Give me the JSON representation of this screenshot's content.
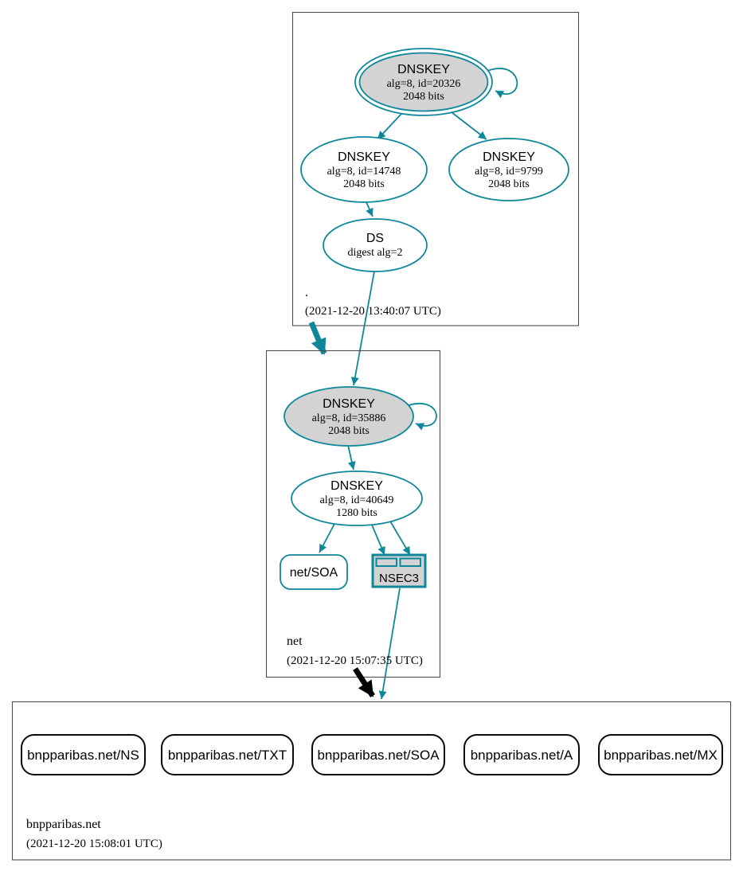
{
  "colors": {
    "edge": "#0e879a",
    "node_fill": "#d3d3d3",
    "border": "#4d4d4d",
    "black_edge": "#000000"
  },
  "root_zone": {
    "label": ".",
    "timestamp": "(2021-12-20 13:40:07 UTC)",
    "ksk": {
      "type": "DNSKEY",
      "alg": "alg=8, id=20326",
      "bits": "2048 bits"
    },
    "zsk1": {
      "type": "DNSKEY",
      "alg": "alg=8, id=14748",
      "bits": "2048 bits"
    },
    "zsk2": {
      "type": "DNSKEY",
      "alg": "alg=8, id=9799",
      "bits": "2048 bits"
    },
    "ds": {
      "type": "DS",
      "digest": "digest alg=2"
    }
  },
  "net_zone": {
    "label": "net",
    "timestamp": "(2021-12-20 15:07:35 UTC)",
    "ksk": {
      "type": "DNSKEY",
      "alg": "alg=8, id=35886",
      "bits": "2048 bits"
    },
    "zsk": {
      "type": "DNSKEY",
      "alg": "alg=8, id=40649",
      "bits": "1280 bits"
    },
    "soa": {
      "label": "net/SOA"
    },
    "nsec3": {
      "label": "NSEC3"
    }
  },
  "bnpparibas_zone": {
    "label": "bnpparibas.net",
    "timestamp": "(2021-12-20 15:08:01 UTC)",
    "rrsets": [
      "bnpparibas.net/NS",
      "bnpparibas.net/TXT",
      "bnpparibas.net/SOA",
      "bnpparibas.net/A",
      "bnpparibas.net/MX"
    ]
  }
}
